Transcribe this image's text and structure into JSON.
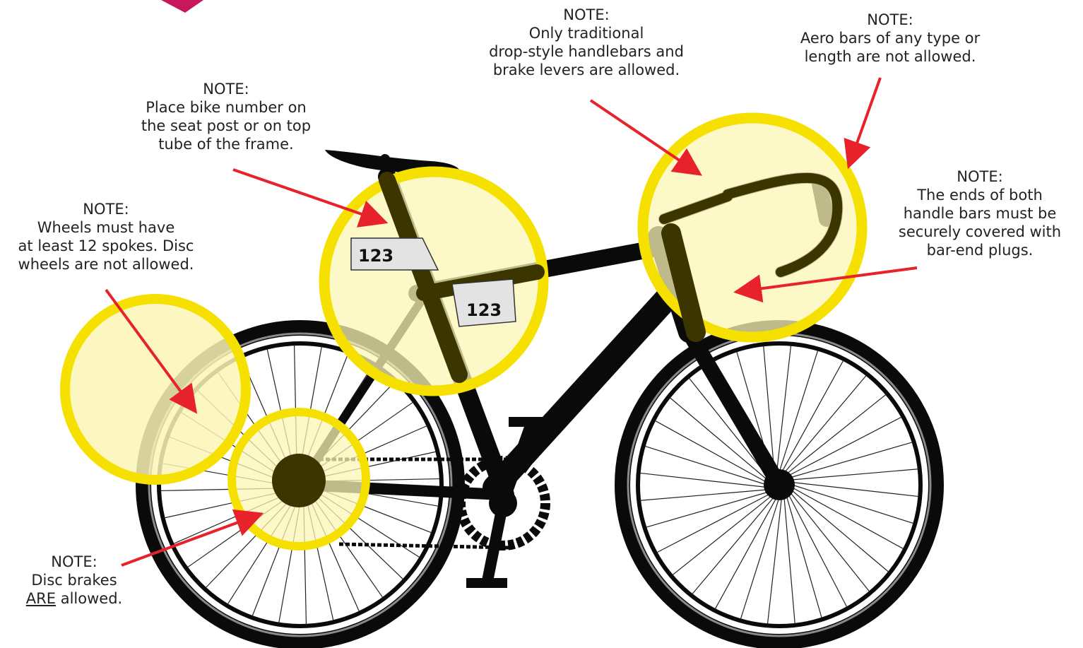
{
  "colors": {
    "bike": "#0a0a0a",
    "highlight_ring": "#f5e000",
    "highlight_fill": "#fbf5b6",
    "arrow": "#e8222b",
    "accent_mark": "#c8175d"
  },
  "notes": {
    "seat": {
      "heading": "NOTE:",
      "lines": [
        "Place bike number on",
        "the seat post or on top",
        "tube of the frame."
      ]
    },
    "wheels": {
      "heading": "NOTE:",
      "lines": [
        "Wheels must have",
        "at least 12 spokes. Disc",
        "wheels are not allowed."
      ]
    },
    "handlebars": {
      "heading": "NOTE:",
      "lines": [
        "Only traditional",
        "drop-style handlebars and",
        "brake levers are allowed."
      ]
    },
    "aero": {
      "heading": "NOTE:",
      "lines": [
        "Aero bars of any type or",
        "length are not allowed."
      ]
    },
    "bar_ends": {
      "heading": "NOTE:",
      "lines": [
        "The ends of both",
        "handle bars must be",
        "securely covered with",
        "bar-end plugs."
      ]
    },
    "disc_brakes": {
      "heading": "NOTE:",
      "line1": "Disc brakes",
      "emphasis": "ARE",
      "line2_rest": " allowed."
    }
  },
  "bike_number_tags": [
    "123",
    "123"
  ]
}
